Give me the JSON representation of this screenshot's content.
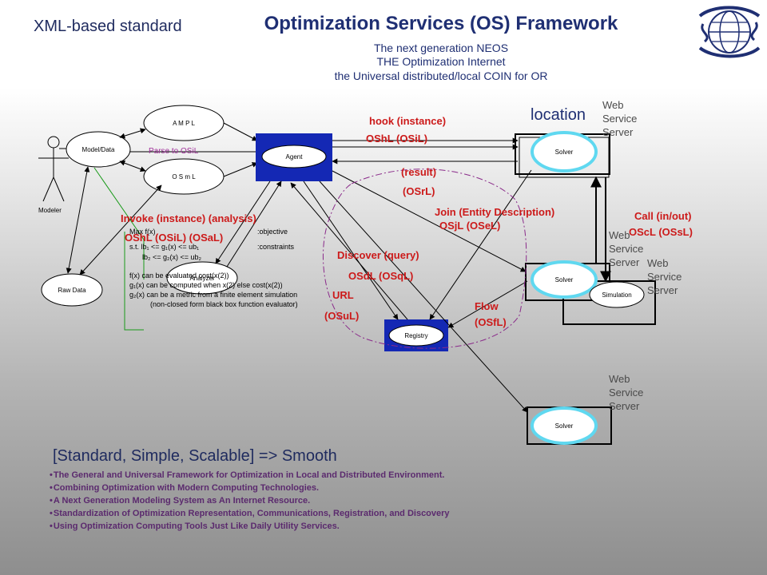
{
  "header": {
    "left_label": "XML-based standard",
    "title": "Optimization Services (OS) Framework",
    "subtitle_lines": [
      "The next generation NEOS",
      "THE Optimization Internet",
      "the Universal distributed/local COIN for OR"
    ]
  },
  "colors": {
    "title": "#1f2f73",
    "protocol": "#cc1a1a",
    "node_blue": "#1428b4",
    "solver_ring": "#5fd8f0",
    "dashed_cloud": "#8a2a8a",
    "bullet": "#5b2a6e"
  },
  "diagram": {
    "modeler_label": "Modeler",
    "nodes": {
      "model_data": "Model/Data",
      "ampl": "A M P L",
      "osml": "O S m L",
      "raw_data": "Raw Data",
      "agent": "Agent",
      "analyzer": "Analyzer",
      "registry": "Registry",
      "solver_1": "Solver",
      "solver_2": "Solver",
      "solver_3": "Solver",
      "simulation": "Simulation"
    },
    "parse_label": "Parse to OSiL",
    "location_label": "location",
    "web_service_server": "Web Service Server",
    "protocol_labels": {
      "hook": "hook (instance)",
      "oshl_osil": "OShL (OSiL)",
      "result": "(result)",
      "osrl": "(OSrL)",
      "join": "Join (Entity Description)",
      "osjl_osel": "OSjL (OSeL)",
      "call": "Call (in/out)",
      "oscl_ossl": "OScL (OSsL)",
      "invoke": "Invoke (instance) (analysis)",
      "oshl_osil_osal": "OShL (OSiL) (OSaL)",
      "discover": "Discover (query)",
      "osdl_osql": "OSdL (OSqL)",
      "url": "URL",
      "osul": "(OSuL)",
      "flow": "Flow",
      "osfl": "(OSfL)"
    },
    "math_lines": [
      "Max f(x)",
      "s.t. lb₁ <= g₁(x) <= ub₁",
      "lb₂ <= g₂(x) <= ub₂",
      "f(x) can be evaluated cost(x(2))",
      "g₁(x) can be computed when x(2) else cost(x(2))",
      "g₂(x) can be a metric from a finite element simulation",
      "(non-closed form black box function evaluator)",
      ":objective",
      ":constraints"
    ]
  },
  "bottom": {
    "headline": "[Standard, Simple, Scalable] => Smooth",
    "bullets": [
      "The General and Universal Framework for Optimization in Local and Distributed Environment.",
      "Combining Optimization with Modern Computing Technologies.",
      "A Next Generation Modeling System as An Internet Resource.",
      "Standardization of Optimization Representation, Communications, Registration, and Discovery",
      "Using Optimization Computing Tools Just Like Daily Utility Services."
    ]
  }
}
